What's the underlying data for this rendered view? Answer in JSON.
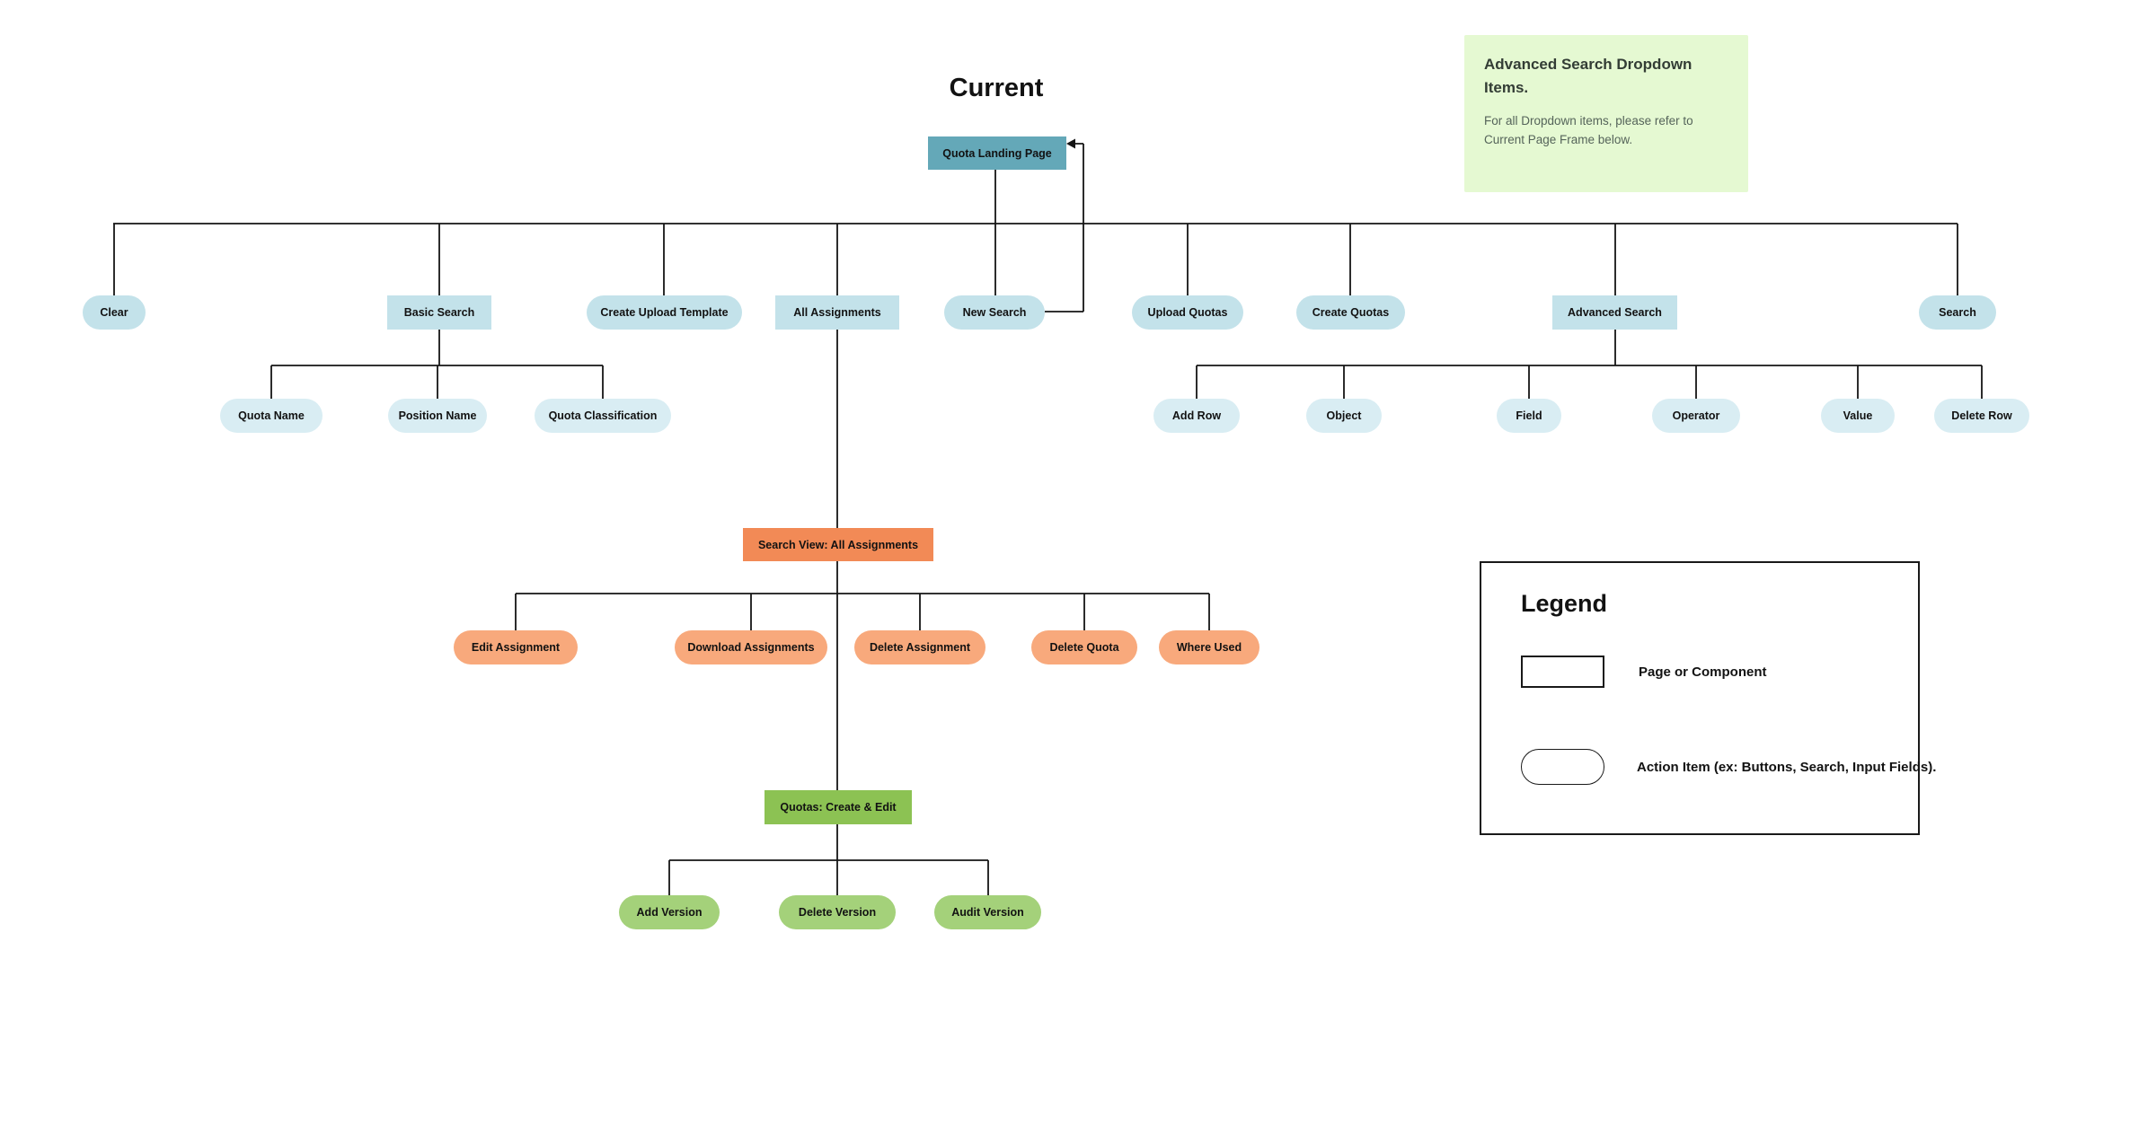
{
  "title": "Current",
  "note": {
    "heading": "Advanced Search Dropdown Items.",
    "body": "For all Dropdown items, please refer to Current Page Frame below."
  },
  "legend": {
    "title": "Legend",
    "items": [
      {
        "shape": "rectangle",
        "label": "Page or Component"
      },
      {
        "shape": "pill",
        "label": "Action Item (ex: Buttons, Search, Input Fields)."
      }
    ]
  },
  "nodes": {
    "root": "Quota Landing Page",
    "level1": [
      "Clear",
      "Basic Search",
      "Create Upload Template",
      "All Assignments",
      "New Search",
      "Upload Quotas",
      "Create Quotas",
      "Advanced Search",
      "Search"
    ],
    "basic_search_children": [
      "Quota Name",
      "Position Name",
      "Quota Classification"
    ],
    "advanced_search_children": [
      "Add Row",
      "Object",
      "Field",
      "Operator",
      "Value",
      "Delete Row"
    ],
    "search_view": "Search View: All Assignments",
    "search_view_children": [
      "Edit Assignment",
      "Download Assignments",
      "Delete Assignment",
      "Delete Quota",
      "Where Used"
    ],
    "quotas_create_edit": "Quotas: Create & Edit",
    "quotas_children": [
      "Add Version",
      "Delete Version",
      "Audit Version"
    ]
  },
  "colors": {
    "teal": "#64A8B8",
    "blue": "#C3E2EA",
    "blue_light": "#D9EDF3",
    "orange": "#F28A56",
    "orange_light": "#F8A97C",
    "green": "#8CC253",
    "green_light": "#A4D17A",
    "note_bg": "#E5F9D2",
    "line": "#151515"
  }
}
